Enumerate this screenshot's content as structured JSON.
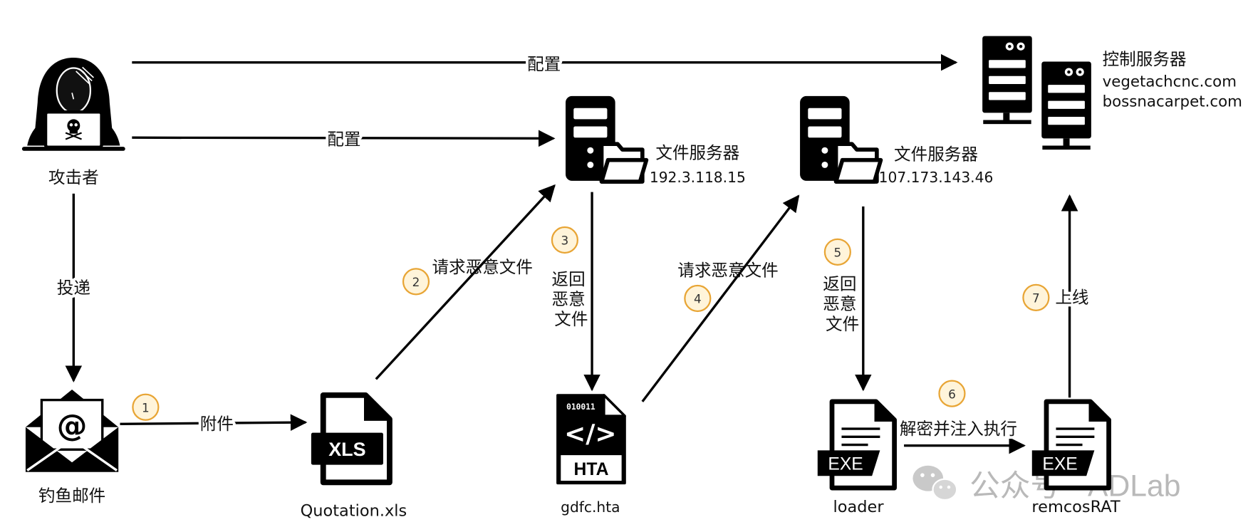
{
  "nodes": {
    "attacker": {
      "label": "攻击者",
      "icon": "hacker-icon"
    },
    "phishing_email": {
      "label": "钓鱼邮件",
      "symbol": "@",
      "icon": "email-icon"
    },
    "xls_file": {
      "label": "Quotation.xls",
      "type": "XLS",
      "icon": "xls-file-icon"
    },
    "hta_file": {
      "label": "gdfc.hta",
      "type": "HTA",
      "bits": "010011",
      "symbol": "</>",
      "icon": "hta-file-icon"
    },
    "file_server_1": {
      "title": "文件服务器",
      "ip": "192.3.118.15",
      "icon": "server-folder-icon"
    },
    "file_server_2": {
      "title": "文件服务器",
      "ip": "107.173.143.46",
      "icon": "server-folder-icon"
    },
    "loader": {
      "label": "loader",
      "type": "EXE",
      "icon": "exe-file-icon"
    },
    "remcos": {
      "label": "remcosRAT",
      "type": "EXE",
      "icon": "exe-file-icon"
    },
    "c2": {
      "title": "控制服务器",
      "domains": [
        "vegetachcnc.com",
        "bossnacarpet.com"
      ],
      "icon": "server-tower-icon"
    }
  },
  "edges": {
    "config_c2": "配置",
    "config_server": "配置",
    "deliver": "投递",
    "attach": "附件",
    "request_1": "请求恶意文件",
    "return_1": [
      "返回",
      "恶意",
      "文件"
    ],
    "request_2": "请求恶意文件",
    "return_2": [
      "返回",
      "恶意",
      "文件"
    ],
    "inject": "解密并注入执行",
    "online": "上线"
  },
  "steps": [
    "1",
    "2",
    "3",
    "4",
    "5",
    "6",
    "7"
  ],
  "watermark": {
    "text": "公众号 · ADLab",
    "icon": "wechat-icon"
  },
  "colors": {
    "ink": "#000000",
    "step_fill": "#FFF4DA",
    "step_stroke": "#E8A535",
    "watermark": "#B9B9B9"
  }
}
